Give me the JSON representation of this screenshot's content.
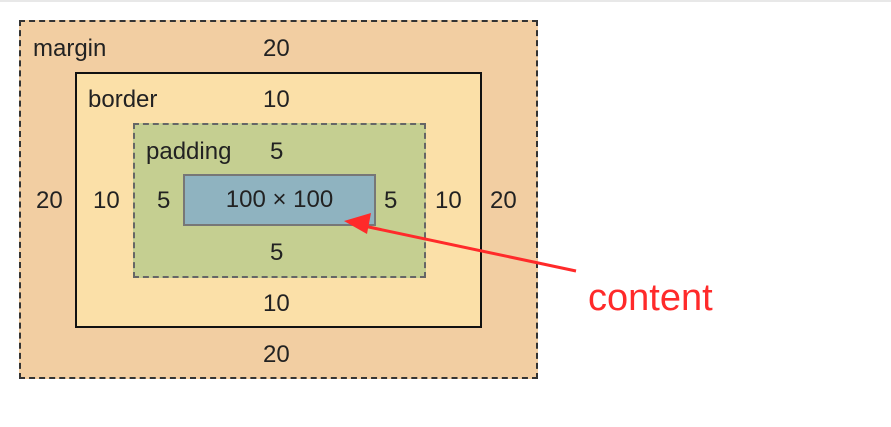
{
  "labels": {
    "margin": "margin",
    "border": "border",
    "padding": "padding",
    "content_size": "100 × 100",
    "content": "content"
  },
  "values": {
    "margin_top": "20",
    "margin_left": "20",
    "margin_right": "20",
    "margin_bottom": "20",
    "border_top": "10",
    "border_left": "10",
    "border_right": "10",
    "border_bottom": "10",
    "padding_top": "5",
    "padding_left": "5",
    "padding_right": "5",
    "padding_bottom": "5"
  },
  "colors": {
    "margin_fill": "#f2cea2",
    "border_fill": "#fbe0a8",
    "padding_fill": "#c5cf91",
    "content_fill": "#8fb3c0",
    "annotation": "#ff2a2a"
  }
}
